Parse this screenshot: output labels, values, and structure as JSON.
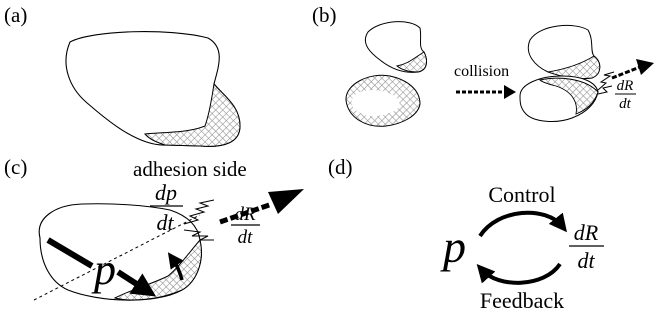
{
  "panels": {
    "a": {
      "label": "(a)",
      "caption": "adhesion side"
    },
    "b": {
      "label": "(b)",
      "collision_text": "collision",
      "rate_num": "dR",
      "rate_den": "dt"
    },
    "c": {
      "label": "(c)",
      "p": "p",
      "dp_num": "dp",
      "dp_den": "dt",
      "rate_num": "dR",
      "rate_den": "dt"
    },
    "d": {
      "label": "(d)",
      "p": "p",
      "control_text": "Control",
      "feedback_text": "Feedback",
      "rate_num": "dR",
      "rate_den": "dt"
    }
  },
  "colors": {
    "ink": "#000000",
    "hatch": "#9a9a9a",
    "background": "#ffffff"
  },
  "icons": [
    "arrow-icon",
    "dashed-arrow-icon",
    "spark-icon",
    "curved-arrow-icon"
  ]
}
